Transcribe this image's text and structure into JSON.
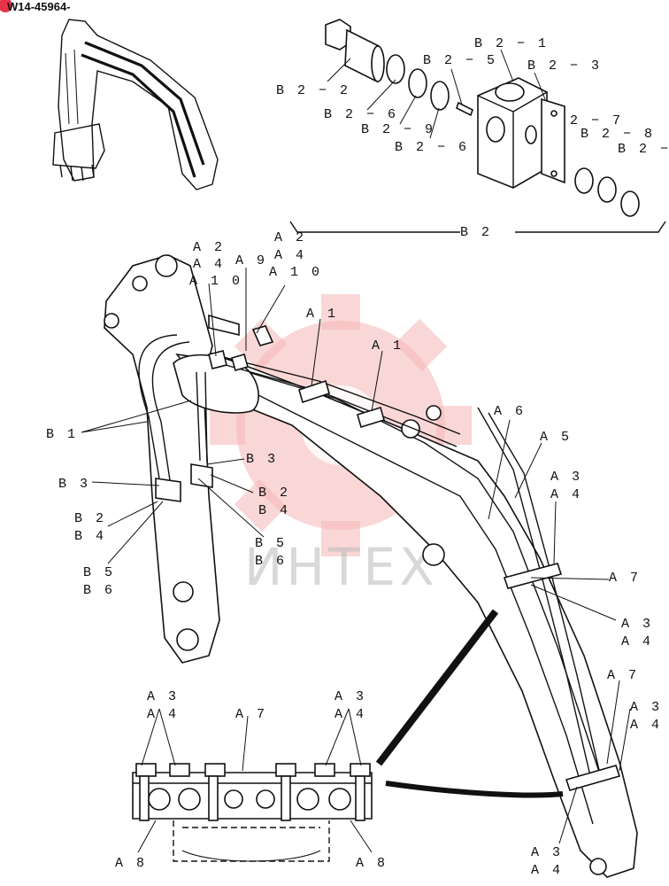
{
  "document": {
    "id": "W14-45964-",
    "badge_color": "#e8324a"
  },
  "watermark": {
    "text": "ИНТЕХ",
    "gear_color": "#f6b7b7"
  },
  "labels": {
    "b2_1": "B 2 − 1",
    "b2_2": "B 2 − 2",
    "b2_3": "B 2 − 3",
    "b2_5": "B 2 − 5",
    "b2_6a": "B 2 − 6",
    "b2_6b": "B 2 − 6",
    "b2_7": "2 − 7",
    "b2_8": "B 2 − 8",
    "b2_9": "B 2 − 9",
    "b2_cut": "B 2 −",
    "b2_group": "B 2",
    "a2_left": "A 2",
    "a4_left": "A 4",
    "a10_left": "A 1 0",
    "a9": "A 9",
    "a2_right": "A 2",
    "a4_right": "A 4",
    "a10_right": "A 1 0",
    "a1_a": "A 1",
    "a1_b": "A 1",
    "a6": "A 6",
    "a5": "A 5",
    "a3_top": "A 3",
    "a4_top": "A 4",
    "a7_mid": "A 7",
    "a3_mid": "A 3",
    "a4_mid": "A 4",
    "a7_low": "A 7",
    "a3_low_r": "A 3",
    "a4_low_r": "A 4",
    "a3_bottom": "A 3",
    "a4_bottom": "A 4",
    "b1": "B 1",
    "b3_left": "B 3",
    "b3_right": "B 3",
    "b2_left": "B 2",
    "b4_left": "B 4",
    "b5_left": "B 5",
    "b6_left": "B 6",
    "b2_right": "B 2",
    "b4_right": "B 4",
    "b5_right": "B 5",
    "b6_right": "B 6",
    "detail_a3_l": "A 3",
    "detail_a4_l": "A 4",
    "detail_a7": "A 7",
    "detail_a3_r": "A 3",
    "detail_a4_r": "A 4",
    "detail_a8_l": "A 8",
    "detail_a8_r": "A 8"
  }
}
